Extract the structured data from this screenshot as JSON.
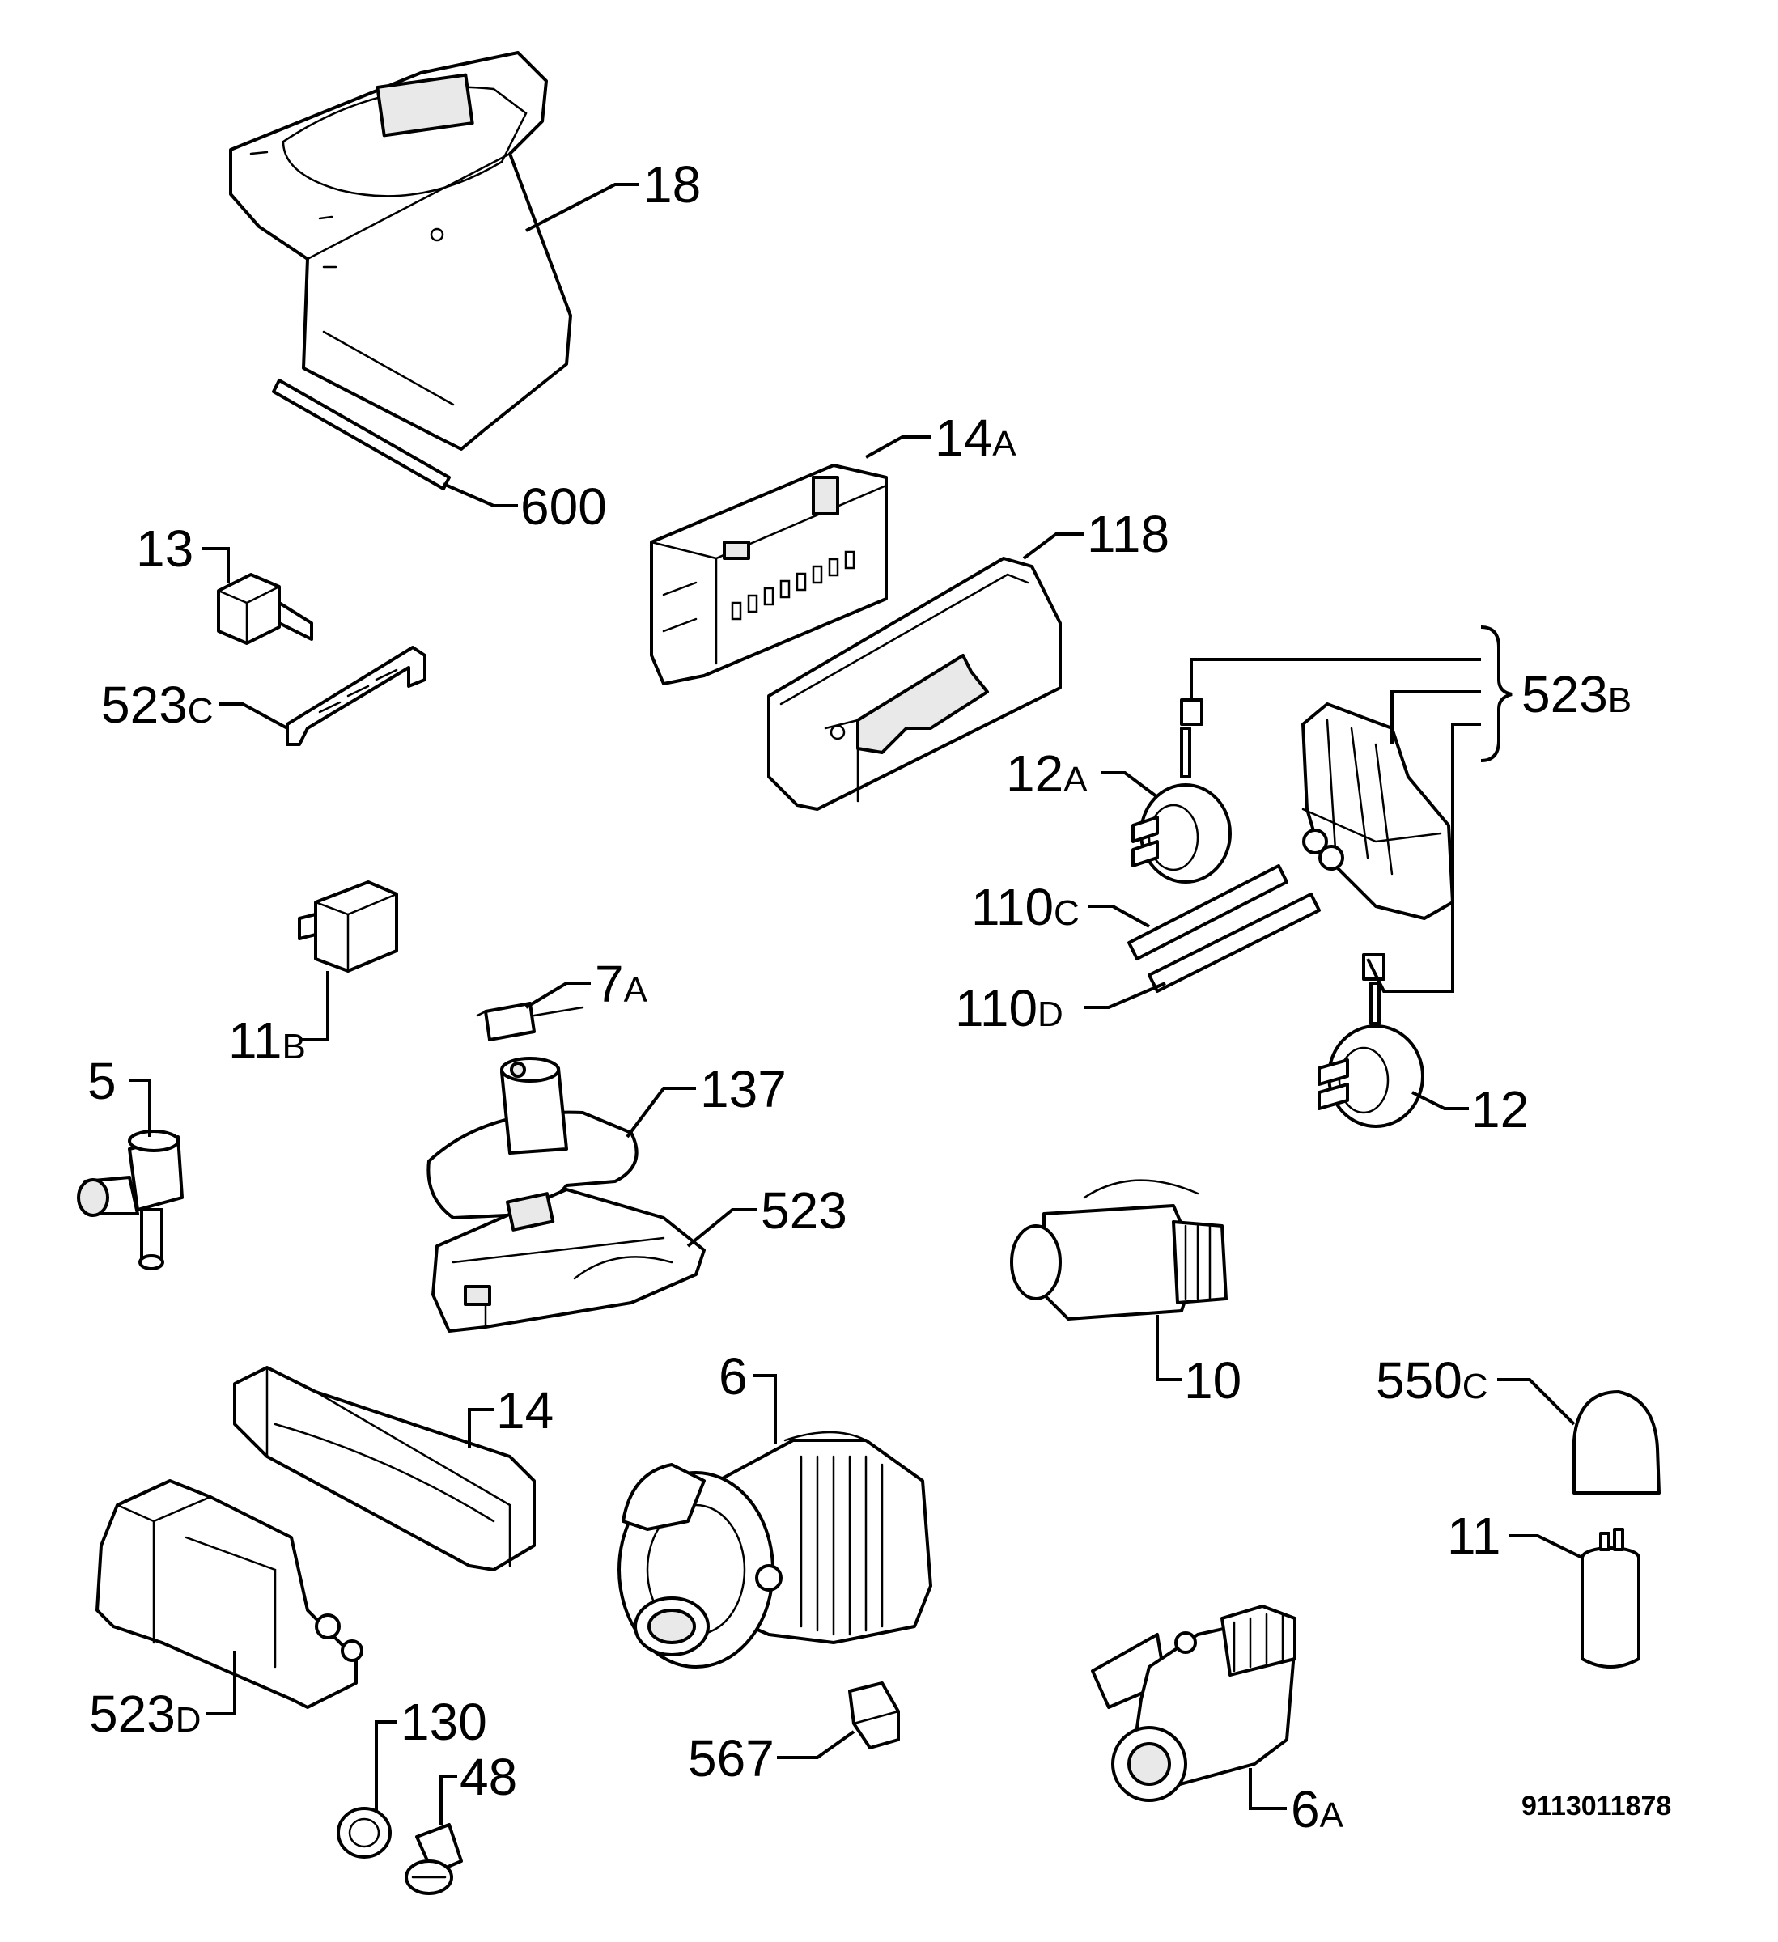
{
  "labels": {
    "p18": {
      "num": "18",
      "sfx": ""
    },
    "p600": {
      "num": "600",
      "sfx": ""
    },
    "p14a": {
      "num": "14",
      "sfx": "A"
    },
    "p118": {
      "num": "118",
      "sfx": ""
    },
    "p13": {
      "num": "13",
      "sfx": ""
    },
    "p523c": {
      "num": "523",
      "sfx": "C"
    },
    "p523b": {
      "num": "523",
      "sfx": "B"
    },
    "p12a": {
      "num": "12",
      "sfx": "A"
    },
    "p110c": {
      "num": "110",
      "sfx": "C"
    },
    "p110d": {
      "num": "110",
      "sfx": "D"
    },
    "p12": {
      "num": "12",
      "sfx": ""
    },
    "p7a": {
      "num": "7",
      "sfx": "A"
    },
    "p11b": {
      "num": "11",
      "sfx": "B"
    },
    "p5": {
      "num": "5",
      "sfx": ""
    },
    "p137": {
      "num": "137",
      "sfx": ""
    },
    "p523": {
      "num": "523",
      "sfx": ""
    },
    "p10": {
      "num": "10",
      "sfx": ""
    },
    "p550c": {
      "num": "550",
      "sfx": "C"
    },
    "p6": {
      "num": "6",
      "sfx": ""
    },
    "p14": {
      "num": "14",
      "sfx": ""
    },
    "p11": {
      "num": "11",
      "sfx": ""
    },
    "p523d": {
      "num": "523",
      "sfx": "D"
    },
    "p130": {
      "num": "130",
      "sfx": ""
    },
    "p48": {
      "num": "48",
      "sfx": ""
    },
    "p567": {
      "num": "567",
      "sfx": ""
    },
    "p6a": {
      "num": "6",
      "sfx": "A"
    }
  },
  "drawing_code": "9113011878"
}
